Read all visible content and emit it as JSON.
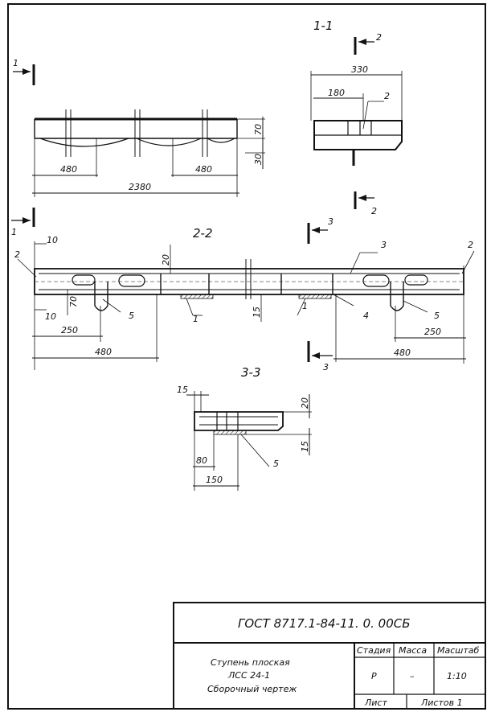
{
  "section_1_1": {
    "title": "1-1",
    "dim_total_width": "330",
    "dim_partial_width": "180",
    "callout": "2",
    "cut_mark": "2"
  },
  "elevation": {
    "cut_mark": "1",
    "dim_height_top": "70",
    "dim_height_bottom": "30",
    "dim_left": "480",
    "dim_right": "480",
    "dim_total": "2380"
  },
  "section_2_2": {
    "title": "2-2",
    "cut_mark_left": "1",
    "cut_mark_3": "3",
    "callout_left_2": "2",
    "callout_right_2": "2",
    "callout_3": "3",
    "callout_1_left": "1",
    "callout_1_right": "1",
    "callout_4": "4",
    "callout_5_left": "5",
    "callout_5_right": "5",
    "dim_10_top": "10",
    "dim_10_bottom": "10",
    "dim_20": "20",
    "dim_70": "70",
    "dim_15": "15",
    "dim_250_left": "250",
    "dim_250_right": "250",
    "dim_480_left": "480",
    "dim_480_right": "480"
  },
  "section_3_3": {
    "title": "3-3",
    "dim_15_top": "15",
    "dim_20": "20",
    "dim_15_side": "15",
    "dim_80": "80",
    "dim_150": "150",
    "callout_5": "5"
  },
  "title_block": {
    "designation": "ГОСТ 8717.1-84-11. 0. 00СБ",
    "name_line1": "Ступень плоская",
    "name_line2": "ЛСС 24-1",
    "name_line3": "Сборочный чертеж",
    "col_stage": "Стадия",
    "col_mass": "Масса",
    "col_scale": "Масштаб",
    "stage": "Р",
    "mass": "–",
    "scale": "1:10",
    "sheet": "Лист",
    "sheets": "Листов 1"
  }
}
